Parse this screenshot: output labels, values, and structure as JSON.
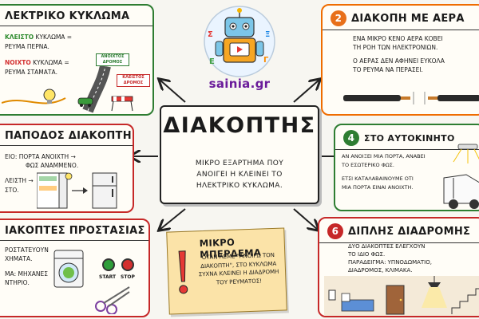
{
  "center": {
    "title": "ΔΙΑΚΟΠΤΗΣ",
    "sub_lines": [
      "ΜΙΚΡΟ ΕΞΑΡΤΗΜΑ ΠΟΥ",
      "ΑΝΟΙΓΕΙ Η ΚΛΕΙΝΕΙ ΤΟ",
      "ΗΛΕΚΤΡΙΚΟ ΚΥΚΛΩΜΑ."
    ]
  },
  "logo": {
    "text": "sainia.gr"
  },
  "card1": {
    "title": "ΛΕΚΤΡΙΚΟ ΚΥΚΛΩΜΑ",
    "closed_word": "ΚΛΕΙΣΤΟ",
    "closed_rest": " ΚΥΚΛΩΜΑ =",
    "closed_line2": "ΡΕΥΜΑ ΠΕΡΝΑ.",
    "open_word": "ΝΟΙΧΤΟ",
    "open_rest": " ΚΥΚΛΩΜΑ =",
    "open_line2": "ΡΕΥΜΑ ΣΤΑΜΑΤΑ.",
    "sign_open": "ΑΝΟΙΧΤΟΣ\nΔΡΟΜΟΣ",
    "sign_closed": "ΚΛΕΙΣΤΟΣ\nΔΡΟΜΟΣ"
  },
  "card2": {
    "number": "2",
    "title": "ΔΙΑΚΟΠΗ ΜΕ ΑΕΡΑ",
    "lines": [
      "ΕΝΑ ΜΙΚΡΟ ΚΕΝΟ ΑΕΡΑ ΚΟΒΕΙ",
      "ΤΗ ΡΟΗ ΤΩΝ ΗΛΕΚΤΡΟΝΙΩΝ.",
      "",
      "Ο ΑΕΡΑΣ ΔΕΝ ΑΦΗΝΕΙ ΕΥΚΟΛΑ",
      "ΤΟ ΡΕΥΜΑ ΝΑ ΠΕΡΑΣΕΙ."
    ]
  },
  "card3": {
    "title": "ΠΑΠΟΔΟΣ ΔΙΑΚΟΠΤΗΣ",
    "lines": [
      "ΕΙΟ: ΠΟΡΤΑ ΑΝΟΙΧΤΗ →",
      "ΦΩΣ ΑΝΑΜΜΕΝΟ.",
      "ΛΕΙΣΤΗ →",
      "ΣΤΟ."
    ]
  },
  "card4": {
    "number": "4",
    "title": "ΣΤΟ ΑΥΤΟΚΙΝΗΤΟ",
    "lines": [
      "ΑΝ ΑΝΟΙΞΕΙ ΜΙΑ ΠΟΡΤΑ, ΑΝΑΒΕΙ",
      "ΤΟ ΕΣΩΤΕΡΙΚΟ ΦΩΣ.",
      "",
      "ΕΤΣΙ ΚΑΤΑΛΑΒΑΙΝΟΥΜΕ ΟΤΙ",
      "ΜΙΑ ΠΟΡΤΑ ΕΙΝΑΙ ΑΝΟΙΧΤΗ."
    ]
  },
  "card5": {
    "title": "ΙΑΚΟΠΤΕΣ ΠΡΟΣΤΑΣΙΑΣ",
    "lines": [
      "ΡΟΣΤΑΤΕΥΟΥΝ",
      "ΧΗΜΑΤΑ.",
      "",
      "ΜΑ: ΜΗΧΑΝΕΣ",
      "ΝΤΗΡΙΟ."
    ],
    "start_label": "START",
    "stop_label": "STOP"
  },
  "card6": {
    "number": "6",
    "title": "ΔΙΠΛΗΣ ΔΙΑΔΡΟΜΗΣ",
    "lines": [
      "ΔΥΟ ΔΙΑΚΟΠΤΕΣ ΕΛΕΓΧΟΥΝ",
      "ΤΟ ΙΔΙΟ ΦΩΣ.",
      "ΠΑΡΑΔΕΙΓΜΑ: ΥΠΝΟΔΩΜΑΤΙΟ,",
      "ΔΙΑΔΡΟΜΟΣ, ΚΛΙΜΑΚΑ."
    ]
  },
  "note": {
    "title": "ΜΙΚΡΟ ΜΠΕΡΔΕΜΑ",
    "body": "ΟΤΑΝ ΛΕΜΕ \"ΑΝΟΙΓΩ ΤΟΝ ΔΙΑΚΟΠΤΗ\", ΣΤΟ ΚΥΚΛΩΜΑ ΣΥΧΝΑ ΚΛΕΙΝΕΙ Η ΔΙΑΔΡΟΜΗ ΤΟΥ ΡΕΥΜΑΤΟΣ!"
  },
  "colors": {
    "green": "#2e7d32",
    "red": "#c62828",
    "orange": "#ef6c00",
    "note_bg": "#fbe3a8"
  }
}
